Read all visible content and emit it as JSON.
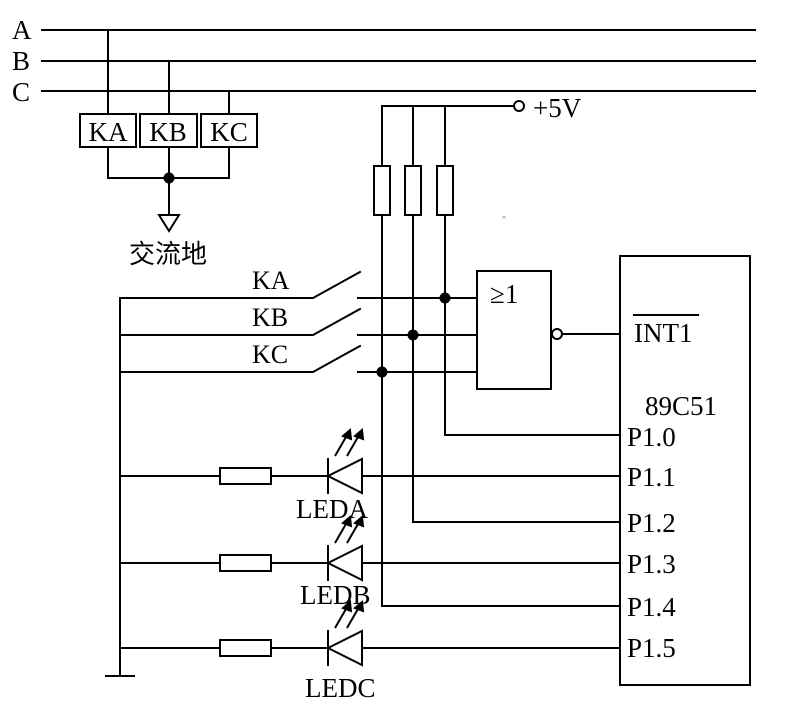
{
  "diagram": {
    "title": "",
    "phase_lines": [
      {
        "label": "A"
      },
      {
        "label": "B"
      },
      {
        "label": "C"
      }
    ],
    "relays": [
      {
        "label": "KA"
      },
      {
        "label": "KB"
      },
      {
        "label": "KC"
      }
    ],
    "ac_ground_label": "交流地",
    "supply_label": "+5V",
    "switches": [
      {
        "label": "KA"
      },
      {
        "label": "KB"
      },
      {
        "label": "KC"
      }
    ],
    "gate": {
      "label": "≥1",
      "type": "NOR"
    },
    "mcu": {
      "label": "89C51",
      "interrupt_pin": "INT1",
      "pins": [
        "P1.0",
        "P1.1",
        "P1.2",
        "P1.3",
        "P1.4",
        "P1.5"
      ]
    },
    "leds": [
      {
        "label": "LEDA"
      },
      {
        "label": "LEDB"
      },
      {
        "label": "LEDC"
      }
    ]
  }
}
